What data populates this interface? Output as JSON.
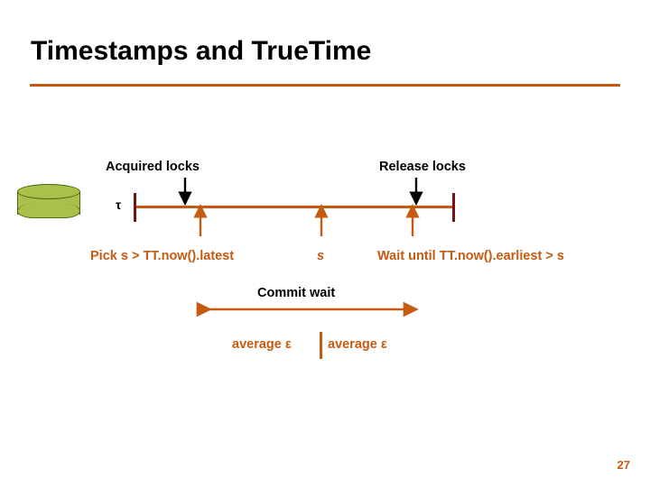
{
  "slide": {
    "title": "Timestamps and TrueTime",
    "page_number": "27",
    "accent_color": "#C55A11",
    "db_color": "#A9C04A",
    "db_edge_color": "#4C6A0B",
    "tick_color": "#7B0F0F"
  },
  "diagram": {
    "tau_symbol": "τ",
    "top_labels": [
      {
        "text": "Acquired locks"
      },
      {
        "text": "Release locks"
      }
    ],
    "bottom_labels": [
      {
        "text": "Pick s > TT.now().latest"
      },
      {
        "text": "s"
      },
      {
        "text": "Wait until TT.now().earliest > s"
      }
    ],
    "commit_wait_label": "Commit wait",
    "average_labels": [
      {
        "text": "average ε"
      },
      {
        "text": "average ε"
      }
    ]
  }
}
